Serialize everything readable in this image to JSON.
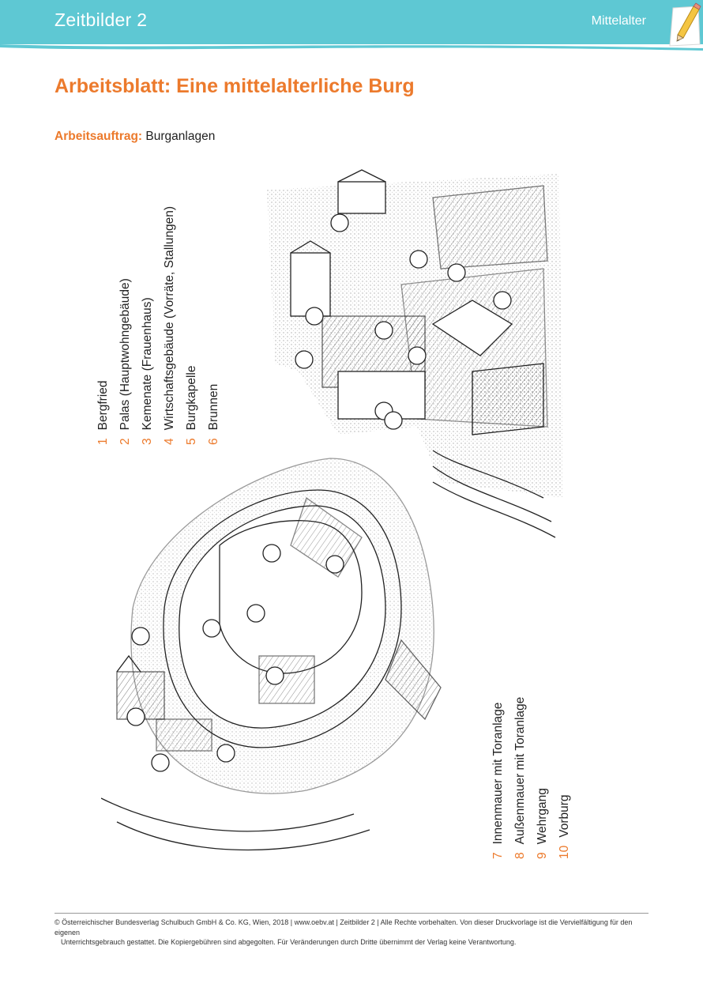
{
  "header": {
    "brand": "Zeitbilder 2",
    "section": "Mittelalter",
    "icon": "pencil-icon",
    "colors": {
      "bar": "#5ec8d3",
      "accent": "#ec7a2c"
    }
  },
  "title": "Arbeitsblatt: Eine mittelalterliche Burg",
  "task": {
    "label": "Arbeitsauftrag:",
    "text": "Burganlagen"
  },
  "legend_1": [
    {
      "num": "1",
      "text": "Bergfried"
    },
    {
      "num": "2",
      "text": "Palas (Hauptwohngebäude)"
    },
    {
      "num": "3",
      "text": "Kemenate (Frauenhaus)"
    },
    {
      "num": "4",
      "text": "Wirtschaftsgebäude (Vorräte, Stallungen)"
    },
    {
      "num": "5",
      "text": "Burgkapelle"
    },
    {
      "num": "6",
      "text": "Brunnen"
    }
  ],
  "legend_2": [
    {
      "num": "7",
      "text": "Innenmauer mit Toranlage"
    },
    {
      "num": "8",
      "text": "Außenmauer mit Toranlage"
    },
    {
      "num": "9",
      "text": "Wehrgang"
    },
    {
      "num": "10",
      "text": "Vorburg"
    }
  ],
  "footer": {
    "line1": "© Österreichischer Bundesverlag Schulbuch GmbH & Co. KG, Wien, 2018 | www.oebv.at | Zeitbilder 2 | Alle Rechte vorbehalten. Von dieser Druckvorlage ist die Vervielfältigung für den eigenen",
    "line2": "Unterrichtsgebrauch gestattet. Die Kopiergebühren sind abgegolten. Für Veränderungen durch Dritte übernimmt der Verlag keine Verantwortung."
  }
}
